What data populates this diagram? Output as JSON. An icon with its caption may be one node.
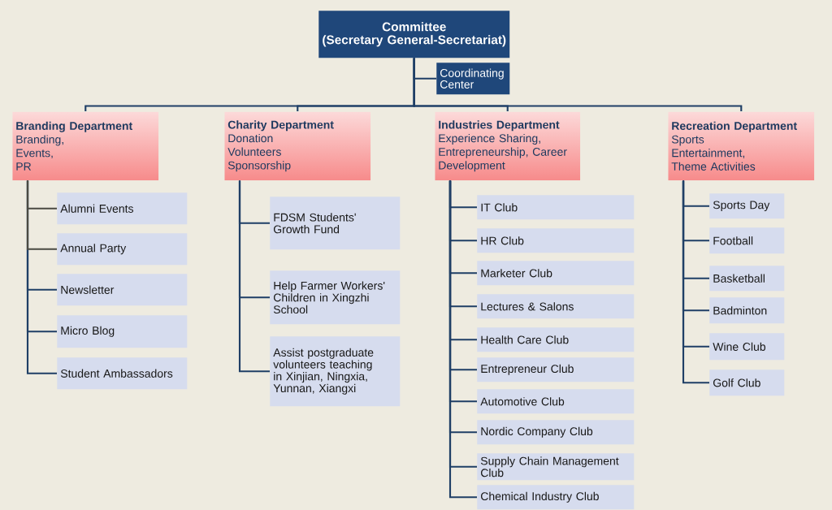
{
  "diagram": {
    "nodes": [
      {
        "text": [
          "Committee",
          "(Secretary General-Secretariat)"
        ]
      },
      {
        "text": [
          "Coordinating Center"
        ]
      },
      {
        "text": [
          "Branding Department",
          "Branding,",
          "Events,",
          "PR"
        ]
      },
      {
        "text": [
          "Charity Department",
          "Donation",
          "Volunteers",
          "Sponsorship"
        ]
      },
      {
        "text": [
          "Industries Department",
          "Experience Sharing, Entrepreneurship, Career Development"
        ]
      },
      {
        "text": [
          "Recreation Department",
          "Sports",
          "Entertainment,",
          "Theme Activities"
        ]
      },
      {
        "text": [
          "Alumni Events"
        ]
      },
      {
        "text": [
          "Annual Party"
        ]
      },
      {
        "text": [
          "Newsletter"
        ]
      },
      {
        "text": [
          "Micro Blog"
        ]
      },
      {
        "text": [
          "Student Ambassadors"
        ]
      },
      {
        "text": [
          "FDSM Students' Growth Fund"
        ]
      },
      {
        "text": [
          "Help Farmer Workers' Children in Xingzhi School"
        ]
      },
      {
        "text": [
          "Assist postgraduate volunteers teaching in Xinjian, Ningxia, Yunnan, Xiangxi"
        ]
      },
      {
        "text": [
          "IT Club"
        ]
      },
      {
        "text": [
          "HR Club"
        ]
      },
      {
        "text": [
          "Marketer Club"
        ]
      },
      {
        "text": [
          "Lectures & Salons"
        ]
      },
      {
        "text": [
          "Health Care Club"
        ]
      },
      {
        "text": [
          "Entrepreneur Club"
        ]
      },
      {
        "text": [
          "Automotive Club"
        ]
      },
      {
        "text": [
          "Nordic Company Club"
        ]
      },
      {
        "text": [
          "Supply Chain Management Club"
        ]
      },
      {
        "text": [
          "Chemical Industry Club"
        ]
      },
      {
        "text": [
          "Sports Day"
        ]
      },
      {
        "text": [
          "Football"
        ]
      },
      {
        "text": [
          "Basketball"
        ]
      },
      {
        "text": [
          "Badminton"
        ]
      },
      {
        "text": [
          "Wine Club"
        ]
      },
      {
        "text": [
          "Golf Club"
        ]
      }
    ],
    "edges": [
      {
        "from": 0,
        "to": 1,
        "arrow": "none"
      },
      {
        "from": 0,
        "to": 2,
        "arrow": "none"
      },
      {
        "from": 0,
        "to": 3,
        "arrow": "none"
      },
      {
        "from": 0,
        "to": 4,
        "arrow": "none"
      },
      {
        "from": 0,
        "to": 5,
        "arrow": "none"
      },
      {
        "from": 2,
        "to": 6,
        "arrow": "none",
        "color": "#4a4a42"
      },
      {
        "from": 2,
        "to": 7,
        "arrow": "none",
        "color": "#4a4a42"
      },
      {
        "from": 2,
        "to": 8,
        "arrow": "none"
      },
      {
        "from": 2,
        "to": 9,
        "arrow": "none"
      },
      {
        "from": 2,
        "to": 10,
        "arrow": "none"
      },
      {
        "from": 3,
        "to": 11,
        "arrow": "none"
      },
      {
        "from": 3,
        "to": 12,
        "arrow": "none"
      },
      {
        "from": 3,
        "to": 13,
        "arrow": "none"
      },
      {
        "from": 4,
        "to": 14,
        "arrow": "none"
      },
      {
        "from": 4,
        "to": 15,
        "arrow": "none"
      },
      {
        "from": 4,
        "to": 16,
        "arrow": "none"
      },
      {
        "from": 4,
        "to": 17,
        "arrow": "none"
      },
      {
        "from": 4,
        "to": 18,
        "arrow": "none"
      },
      {
        "from": 4,
        "to": 19,
        "arrow": "none"
      },
      {
        "from": 4,
        "to": 20,
        "arrow": "none"
      },
      {
        "from": 4,
        "to": 21,
        "arrow": "none"
      },
      {
        "from": 4,
        "to": 22,
        "arrow": "none"
      },
      {
        "from": 4,
        "to": 23,
        "arrow": "none"
      },
      {
        "from": 5,
        "to": 24,
        "arrow": "none"
      },
      {
        "from": 5,
        "to": 25,
        "arrow": "none"
      },
      {
        "from": 5,
        "to": 26,
        "arrow": "none"
      },
      {
        "from": 5,
        "to": 27,
        "arrow": "none"
      },
      {
        "from": 5,
        "to": 28,
        "arrow": "none"
      },
      {
        "from": 5,
        "to": 29,
        "arrow": "none"
      }
    ]
  }
}
